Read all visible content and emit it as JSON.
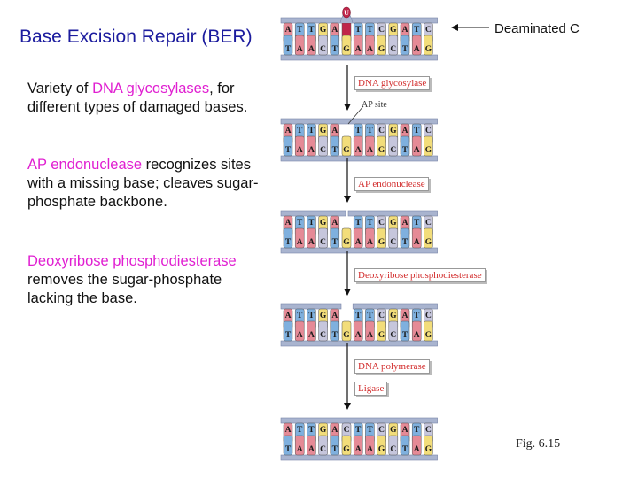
{
  "title": "Base Excision Repair (BER)",
  "left_text": {
    "p1": {
      "pre": "Variety of ",
      "highlight": "DNA glycosylases",
      "post": ", for different types of damaged bases."
    },
    "p2": {
      "pre": "",
      "highlight": "AP endonuclease",
      "post": " recognizes sites with a missing base; cleaves sugar-phosphate backbone."
    },
    "p3": {
      "pre": "",
      "highlight": "Deoxyribose phosphodiesterase",
      "post": " removes the sugar-phosphate lacking the base."
    }
  },
  "diagram": {
    "deaminated_label": "Deaminated C",
    "ap_site_label": "AP site",
    "uracil_letter": "U",
    "enzymes": {
      "glycosylase": "DNA glycosylase",
      "ap_endonuclease": "AP endonuclease",
      "phosphodiesterase": "Deoxyribose phosphodiesterase",
      "polymerase": "DNA polymerase",
      "ligase": "Ligase"
    },
    "top_strand": [
      "A",
      "T",
      "T",
      "G",
      "A",
      "C",
      "T",
      "T",
      "C",
      "G",
      "A",
      "T",
      "C"
    ],
    "bottom_strand": [
      "T",
      "A",
      "A",
      "C",
      "T",
      "G",
      "A",
      "A",
      "G",
      "C",
      "T",
      "A",
      "G"
    ],
    "figure_label": "Fig. 6.15"
  },
  "colors": {
    "title": "#1c1c9e",
    "highlight": "#e01fd1",
    "enzyme_text": "#d22b2b",
    "backbone": "#a9b4cf",
    "A": "#e58a96",
    "T": "#7fb0de",
    "G": "#f2dd7a",
    "C": "#c6c6dc",
    "U": "#c0264a"
  }
}
